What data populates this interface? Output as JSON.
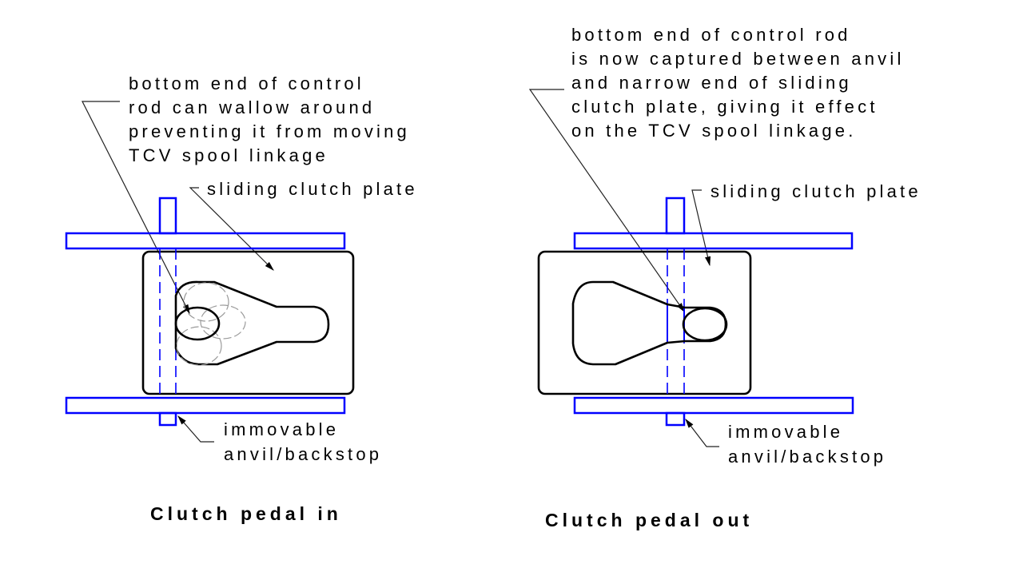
{
  "colors": {
    "frame": "#0000ff",
    "plate": "#000000",
    "ghost_positions": "#9a9a9a",
    "leader": "#222222",
    "background": "#ffffff"
  },
  "left_panel": {
    "caption": "Clutch pedal in",
    "rod_note": [
      "bottom end of control",
      "rod can wallow around",
      "preventing it from moving",
      "TCV spool linkage"
    ],
    "plate_label": "sliding clutch plate",
    "anvil_label": [
      "immovable",
      "anvil/backstop"
    ]
  },
  "right_panel": {
    "caption": "Clutch pedal out",
    "rod_note": [
      "bottom end of control rod",
      "is now captured between anvil",
      "and narrow end of sliding",
      "clutch plate, giving it effect",
      "on the TCV spool linkage."
    ],
    "plate_label": "sliding clutch plate",
    "anvil_label": [
      "immovable",
      "anvil/backstop"
    ]
  }
}
